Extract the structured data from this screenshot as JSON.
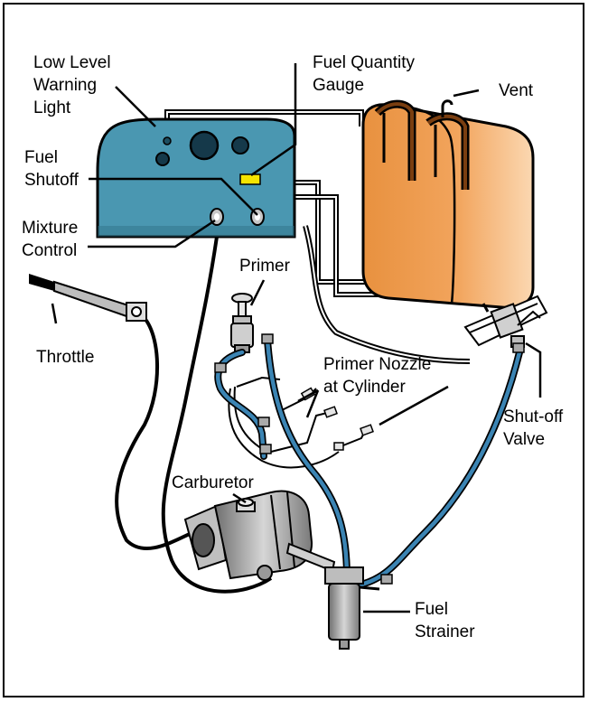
{
  "labels": {
    "low_level_warning_light": "Low Level\nWarning\nLight",
    "fuel_quantity_gauge": "Fuel Quantity\nGauge",
    "vent": "Vent",
    "fuel_shutoff": "Fuel\nShutoff",
    "mixture_control": "Mixture\nControl",
    "primer": "Primer",
    "throttle": "Throttle",
    "primer_nozzle": "Primer Nozzle\nat Cylinder",
    "shutoff_valve": "Shut-off\nValve",
    "carburetor": "Carburetor",
    "fuel_strainer": "Fuel\nStrainer"
  },
  "colors": {
    "panel": "#4a97b1",
    "panel_dark": "#2e6f86",
    "tank": "#f2a45c",
    "tank_light": "#fbd8b2",
    "gauge": "#f5e400",
    "fuel_line": "#3b84b3",
    "metal": "#9a9a9a"
  }
}
